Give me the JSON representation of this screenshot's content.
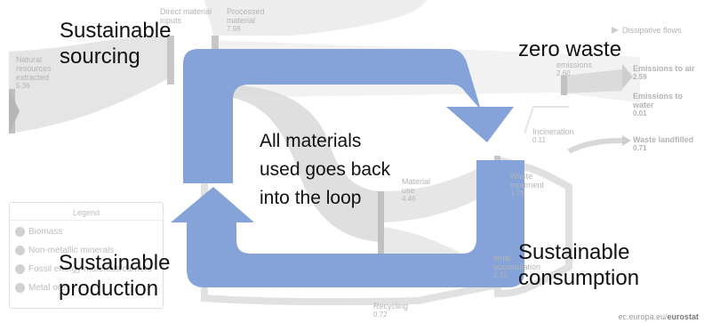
{
  "colors": {
    "arrow": "#4472C4",
    "flow": "#c9c9c9",
    "flow_dark": "#a9a9a9",
    "node": "#9c9c9c"
  },
  "headings": {
    "sourcing": [
      "Sustainable",
      "sourcing"
    ],
    "zero_waste": "zero waste",
    "production": [
      "Sustainable",
      "production"
    ],
    "consumption": [
      "Sustainable",
      "consumption"
    ]
  },
  "center_text": [
    "All materials",
    "used goes back",
    "into the loop"
  ],
  "background_diagram": {
    "natural_resources": {
      "label": [
        "Natural",
        "resources",
        "extracted"
      ],
      "value": "5.36"
    },
    "direct_material_inputs": {
      "label": [
        "Direct material",
        "inputs"
      ]
    },
    "processed_material": {
      "label": [
        "Processed",
        "material"
      ],
      "value": "7.98"
    },
    "dissipative_flows": {
      "label": "Dissipative flows"
    },
    "emissions": {
      "label": "emissions",
      "value": "2.60"
    },
    "emissions_to_air": {
      "label": "Emissions to air",
      "value": "2.59"
    },
    "emissions_to_water": {
      "label": [
        "Emissions to",
        "water"
      ],
      "value": "0.01"
    },
    "incineration": {
      "label": "Incineration",
      "value": "0.11"
    },
    "waste_landfilled": {
      "label": "Waste landfilled",
      "value": "0.71"
    },
    "waste_treatment": {
      "label": [
        "Waste",
        "treatment"
      ],
      "value": "1.75"
    },
    "material_use": {
      "label": [
        "Material",
        "use"
      ],
      "value": "4.46"
    },
    "accumulation": {
      "label": [
        "terial",
        "accumulation"
      ],
      "value": "2.72"
    },
    "recycling": {
      "label": "Recycling",
      "value": "0.72"
    }
  },
  "legend": {
    "title": "Legend",
    "items": [
      "Biomass",
      "Non-metallic minerals",
      "Fossil energy materials/carriers",
      "Metal ores"
    ]
  },
  "footer": {
    "prefix": "ec.europa.eu/",
    "brand": "eurostat"
  }
}
